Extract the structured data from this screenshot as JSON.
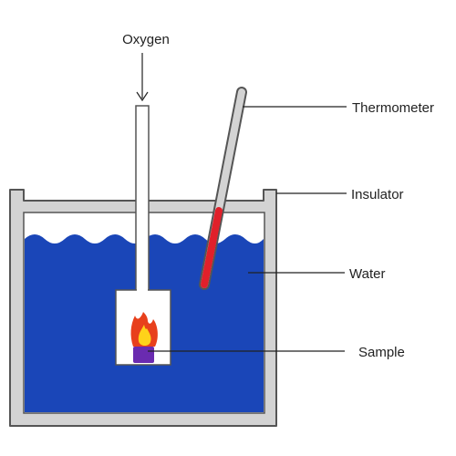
{
  "labels": {
    "oxygen": "Oxygen",
    "thermometer": "Thermometer",
    "insulator": "Insulator",
    "water": "Water",
    "sample": "Sample"
  },
  "colors": {
    "water": "#1a46b8",
    "insulator_fill": "#d3d3d3",
    "outline": "#555555",
    "thermometer_red": "#e0202a",
    "flame_outer": "#e8401c",
    "flame_inner": "#ffd21a",
    "sample": "#6a2bb0"
  },
  "icons": {
    "apparatus": "bomb-calorimeter",
    "flame": "flame-icon",
    "sample": "sample-cup-icon"
  }
}
